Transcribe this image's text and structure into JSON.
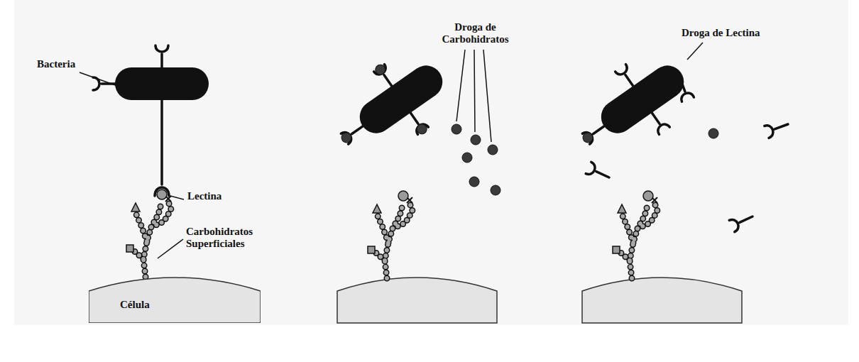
{
  "diagram": {
    "nodes": [
      {
        "text": [
          "Célula"
        ]
      }
    ],
    "labels": [
      "Bacteria",
      "Lectina",
      "Carbohidratos Superficiales",
      "Droga de Carbohidratos",
      "Droga de Lectina"
    ]
  }
}
